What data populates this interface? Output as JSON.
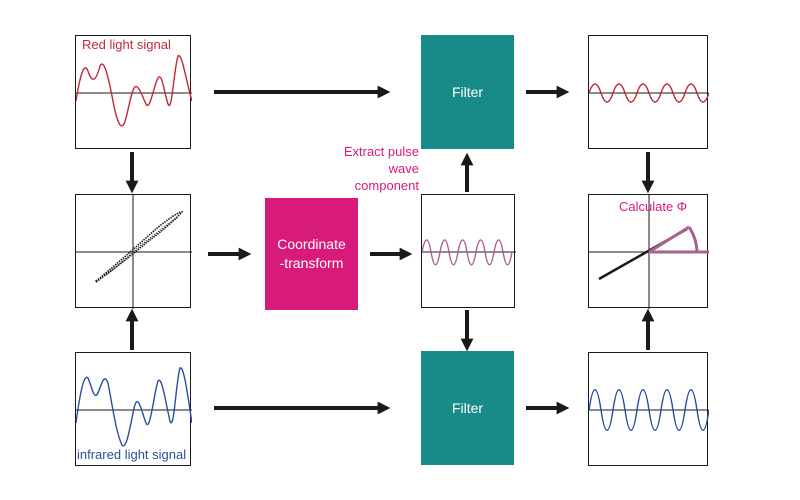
{
  "colors": {
    "red_signal": "#c0283a",
    "infrared_signal": "#2a4f9e",
    "pulse_component": "#a8628e",
    "magenta": "#d81b7b",
    "teal": "#188b89",
    "dark": "#1a1a1a"
  },
  "labels": {
    "red_light_signal": "Red light signal",
    "infrared_light_signal": "infrared light signal",
    "coordinate_transform": [
      "Coordinate",
      "-transform"
    ],
    "extract_pulse": [
      "Extract pulse",
      "wave",
      "component"
    ],
    "filter_top": "Filter",
    "filter_bottom": "Filter",
    "calculate_phi": "Calculate Φ"
  }
}
